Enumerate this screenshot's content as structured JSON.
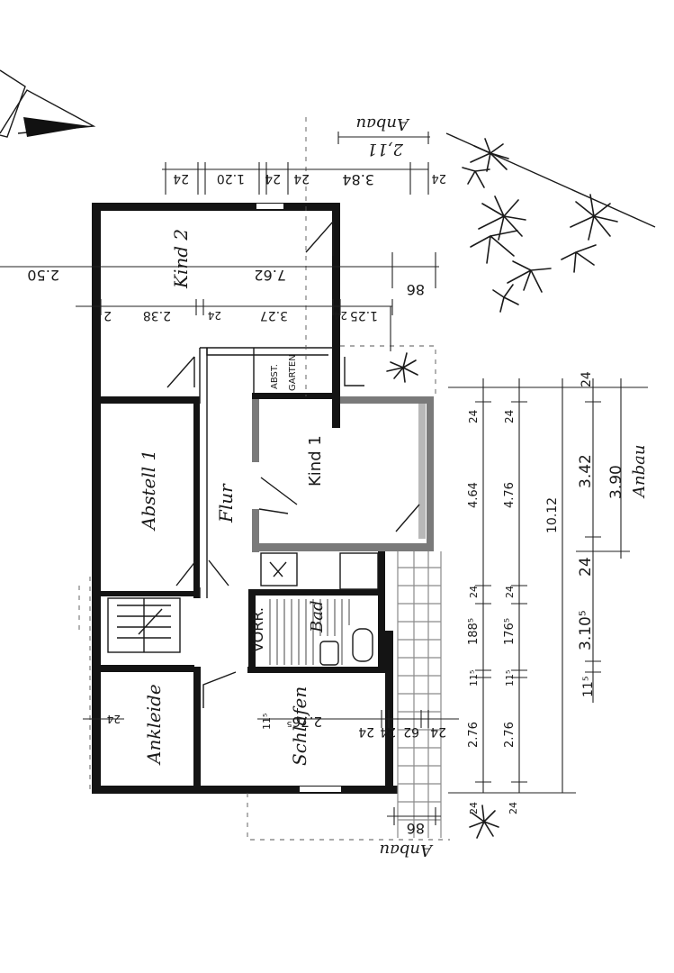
{
  "rooms": {
    "kind2": "Kind 2",
    "kind1": "Kind 1",
    "abstell1": "Abstell 1",
    "flur": "Flur",
    "vorr": "VORR.",
    "bad": "Bad",
    "schlafen": "Schlafen",
    "ankleide": "Ankleide",
    "abst_garten_1": "ABST.",
    "abst_garten_2": "GARTEN"
  },
  "annotations": {
    "anbau_top": "Anbau",
    "anbau_right": "Anbau",
    "anbau_bottom": "Anbau"
  },
  "dims_top": {
    "d_2_11": "2,11",
    "d_24a": "24",
    "d_1_20": "1.20",
    "d_24b": "24",
    "d_24c": "24",
    "d_3_84": "3.84",
    "d_24d": "24",
    "d_7_62": "7.62",
    "d_2_50": "2.50",
    "d_86": "86",
    "d_2_38": "2.38",
    "d_2": "2",
    "d_24e": "24",
    "d_3_27": "3.27",
    "d_24f": "24",
    "d_1_25": "1.25"
  },
  "dims_right": {
    "c1_24a": "24",
    "c1_4_64": "4.64",
    "c1_24b": "24",
    "c1_188": "188⁵",
    "c1_11": "11⁵",
    "c1_2_76": "2.76",
    "c1_24c": "24",
    "c2_24a": "24",
    "c2_4_76": "4.76",
    "c2_24b": "24",
    "c2_176": "176⁵",
    "c2_11": "11⁵",
    "c2_2_76": "2.76",
    "c2_24c": "24",
    "c3_10_12": "10.12",
    "c4_24a": "24",
    "c4_3_42": "3.42",
    "c4_24b": "24",
    "c4_3_105": "3.10⁵",
    "c4_11": "11⁵",
    "c5_3_90": "3.90"
  },
  "dims_bottom": {
    "d_2_76": "2.76⁵",
    "d_11": "11⁵",
    "d_24a": "24",
    "d_24b": "24",
    "d_62": "62",
    "d_24c": "24",
    "d_86": "86",
    "d_24_ank": "24"
  }
}
